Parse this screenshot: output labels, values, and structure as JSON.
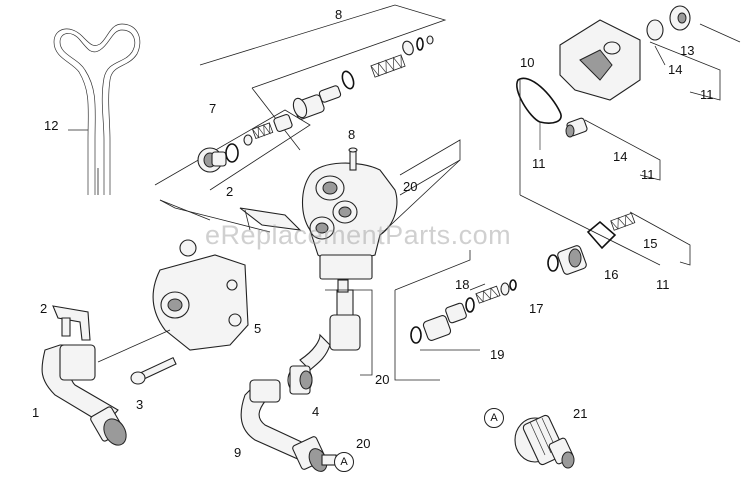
{
  "watermark": "eReplacementParts.com",
  "callouts": [
    "1",
    "2",
    "2",
    "3",
    "4",
    "5",
    "7",
    "8",
    "8",
    "9",
    "10",
    "11",
    "11",
    "11",
    "11",
    "12",
    "13",
    "14",
    "14",
    "15",
    "16",
    "17",
    "18",
    "19",
    "20",
    "20",
    "20",
    "21"
  ],
  "reference_marks": [
    "A",
    "A"
  ]
}
